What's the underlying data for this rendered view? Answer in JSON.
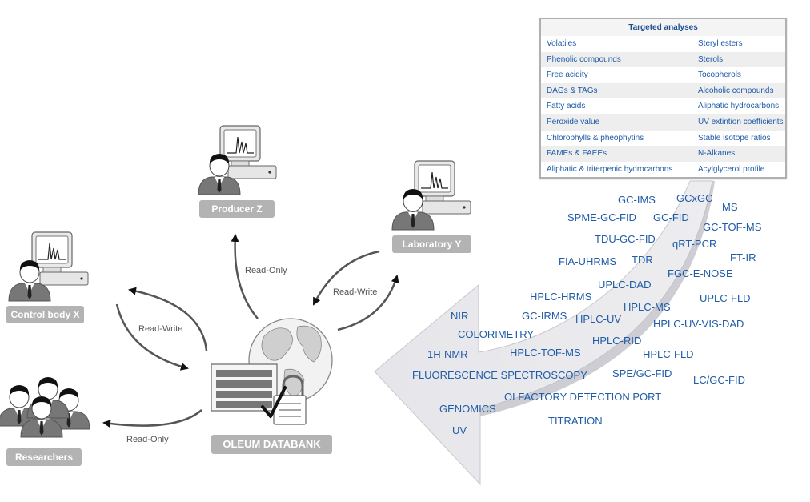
{
  "nodes": {
    "producer": "Producer Z",
    "laboratory": "Laboratory Y",
    "control": "Control body X",
    "researchers": "Researchers",
    "databank": "OLEUM DATABANK"
  },
  "edges": {
    "producer": "Read-Only",
    "laboratory": "Read-Write",
    "control": "Read-Write",
    "researchers": "Read-Only"
  },
  "table": {
    "title": "Targeted analyses",
    "rows": [
      [
        "Volatiles",
        "Steryl esters"
      ],
      [
        "Phenolic compounds",
        "Sterols"
      ],
      [
        "Free acidity",
        "Tocopherols"
      ],
      [
        "DAGs & TAGs",
        "Alcoholic compounds"
      ],
      [
        "Fatty acids",
        "Aliphatic hydrocarbons"
      ],
      [
        "Peroxide value",
        "UV extintion coefficients"
      ],
      [
        "Chlorophylls & pheophytins",
        "Stable isotope ratios"
      ],
      [
        "FAMEs & FAEEs",
        "N-Alkanes"
      ],
      [
        "Aliphatic & triterpenic hydrocarbons",
        "Acylglycerol profile"
      ]
    ]
  },
  "techniques": [
    "GC-IMS",
    "GCxGC",
    "MS",
    "SPME-GC-FID",
    "GC-FID",
    "GC-TOF-MS",
    "TDU-GC-FID",
    "qRT-PCR",
    "FIA-UHRMS",
    "TDR",
    "FT-IR",
    "FGC-E-NOSE",
    "UPLC-DAD",
    "HPLC-HRMS",
    "UPLC-FLD",
    "HPLC-MS",
    "NIR",
    "GC-IRMS",
    "HPLC-UV",
    "HPLC-UV-VIS-DAD",
    "COLORIMETRY",
    "HPLC-RID",
    "1H-NMR",
    "HPLC-TOF-MS",
    "HPLC-FLD",
    "SPE/GC-FID",
    "FLUORESCENCE SPECTROSCOPY",
    "LC/GC-FID",
    "OLFACTORY DETECTION PORT",
    "GENOMICS",
    "TITRATION",
    "UV"
  ]
}
